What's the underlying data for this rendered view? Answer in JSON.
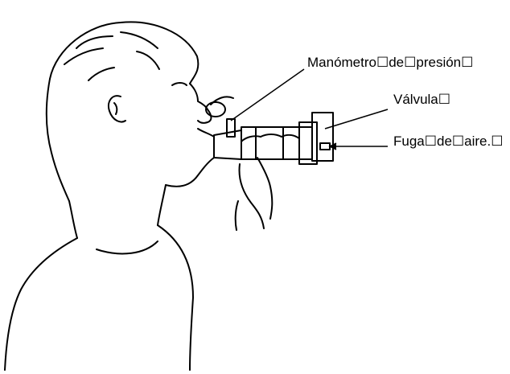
{
  "figure": {
    "labels": {
      "pressure_gauge": "Manómetro☐de☐presión☐",
      "valve": "Válvula☐",
      "air_leak": "Fuga☐de☐aire.☐"
    }
  },
  "colors": {
    "ink": "#000000",
    "background": "#ffffff"
  }
}
